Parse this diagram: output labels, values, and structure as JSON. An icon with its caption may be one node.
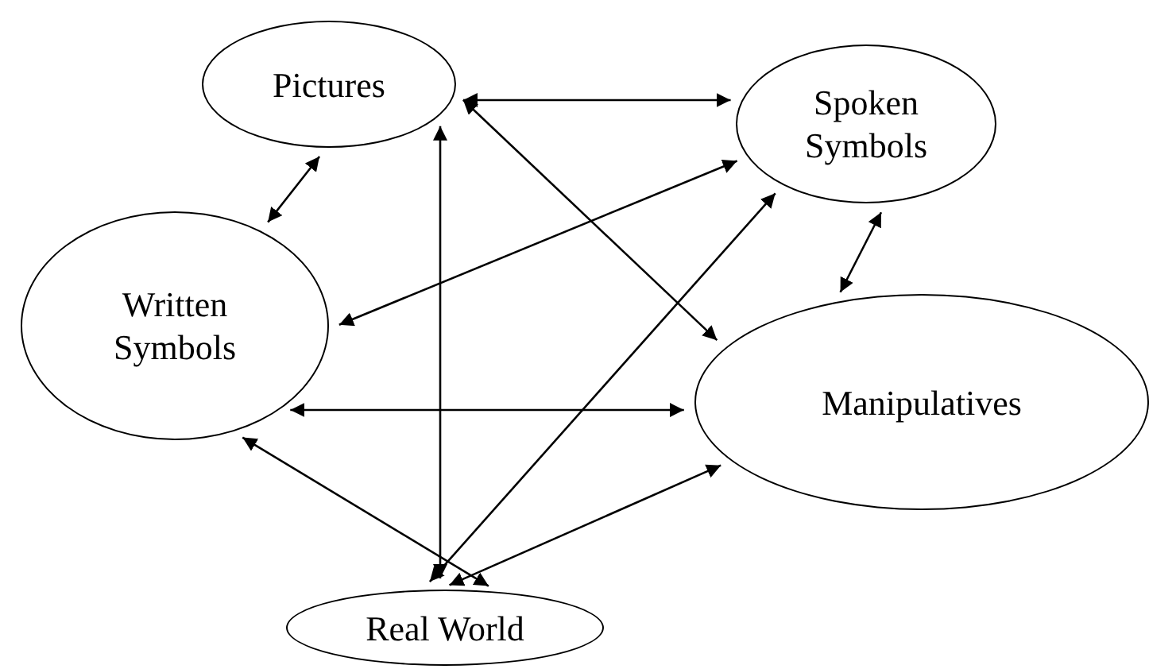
{
  "diagram": {
    "nodes": [
      {
        "text": [
          "Pictures"
        ]
      },
      {
        "text": [
          "Spoken Symbols"
        ]
      },
      {
        "text": [
          "Written Symbols"
        ]
      },
      {
        "text": [
          "Manipulatives"
        ]
      },
      {
        "text": [
          "Real World"
        ]
      }
    ],
    "edges": [
      {
        "from": 0,
        "to": 1,
        "arrow": "both"
      },
      {
        "from": 0,
        "to": 2,
        "arrow": "both"
      },
      {
        "from": 0,
        "to": 4,
        "arrow": "both"
      },
      {
        "from": 0,
        "to": 3,
        "arrow": "both"
      },
      {
        "from": 1,
        "to": 2,
        "arrow": "both"
      },
      {
        "from": 1,
        "to": 3,
        "arrow": "both"
      },
      {
        "from": 1,
        "to": 4,
        "arrow": "both"
      },
      {
        "from": 2,
        "to": 3,
        "arrow": "both"
      },
      {
        "from": 2,
        "to": 4,
        "arrow": "both"
      },
      {
        "from": 3,
        "to": 4,
        "arrow": "both"
      }
    ]
  }
}
